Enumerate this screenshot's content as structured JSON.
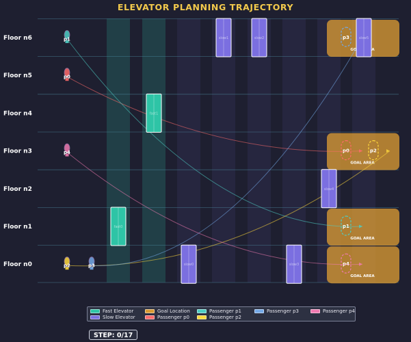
{
  "title": "ELEVATOR PLANNING TRAJECTORY",
  "step": "STEP: 0/17",
  "colors": {
    "background": "#1e1f30",
    "fast_elevator": "#2ec4a6",
    "slow_elevator": "#7b6fe0",
    "goal": "#d99a33",
    "p0": "#ff6b6b",
    "p1": "#4ecdc4",
    "p2": "#ffd93d",
    "p3": "#74a9e8",
    "p4": "#f07ab0"
  },
  "floors": [
    {
      "id": "n6",
      "label": "Floor n6"
    },
    {
      "id": "n5",
      "label": "Floor n5"
    },
    {
      "id": "n4",
      "label": "Floor n4"
    },
    {
      "id": "n3",
      "label": "Floor n3"
    },
    {
      "id": "n2",
      "label": "Floor n2"
    },
    {
      "id": "n1",
      "label": "Floor n1"
    },
    {
      "id": "n0",
      "label": "Floor n0"
    }
  ],
  "elevators": [
    {
      "id": "fast0",
      "type": "fast",
      "label": "fast0",
      "floor": "n1"
    },
    {
      "id": "fast1",
      "type": "fast",
      "label": "fast1",
      "floor": "n4"
    },
    {
      "id": "slow0",
      "type": "slow",
      "label": "slow0",
      "floor": "n0"
    },
    {
      "id": "slow1",
      "type": "slow",
      "label": "slow1",
      "floor": "n6"
    },
    {
      "id": "slow2",
      "type": "slow",
      "label": "slow2",
      "floor": "n6"
    },
    {
      "id": "slow3",
      "type": "slow",
      "label": "slow3",
      "floor": "n0"
    },
    {
      "id": "slow4",
      "type": "slow",
      "label": "slow4",
      "floor": "n2"
    },
    {
      "id": "slow5",
      "type": "slow",
      "label": "slow5",
      "floor": "n6"
    }
  ],
  "goal_areas": [
    {
      "floor": "n6",
      "label": "GOAL AREA",
      "passengers": [
        "p3"
      ]
    },
    {
      "floor": "n3",
      "label": "GOAL AREA",
      "passengers": [
        "p0",
        "p2"
      ]
    },
    {
      "floor": "n1",
      "label": "GOAL AREA",
      "passengers": [
        "p1"
      ]
    },
    {
      "floor": "n0",
      "label": "GOAL AREA",
      "passengers": [
        "p4"
      ]
    }
  ],
  "passengers": [
    {
      "id": "p0",
      "label": "p0",
      "start": "n5",
      "goal": "n3"
    },
    {
      "id": "p1",
      "label": "p1",
      "start": "n6",
      "goal": "n1"
    },
    {
      "id": "p2",
      "label": "p2",
      "start": "n0",
      "goal": "n3"
    },
    {
      "id": "p3",
      "label": "p3",
      "start": "n0",
      "goal": "n6"
    },
    {
      "id": "p4",
      "label": "p4",
      "start": "n3",
      "goal": "n0"
    }
  ],
  "legend": [
    {
      "label": "Fast Elevator",
      "swatch": "fast_elevator"
    },
    {
      "label": "Goal Location",
      "swatch": "goal"
    },
    {
      "label": "Passenger p1",
      "swatch": "p1"
    },
    {
      "label": "Passenger p3",
      "swatch": "p3"
    },
    {
      "label": "Passenger p4",
      "swatch": "p4"
    },
    {
      "label": "Slow Elevator",
      "swatch": "slow_elevator"
    },
    {
      "label": "Passenger p0",
      "swatch": "p0"
    },
    {
      "label": "Passenger p2",
      "swatch": "p2"
    }
  ]
}
